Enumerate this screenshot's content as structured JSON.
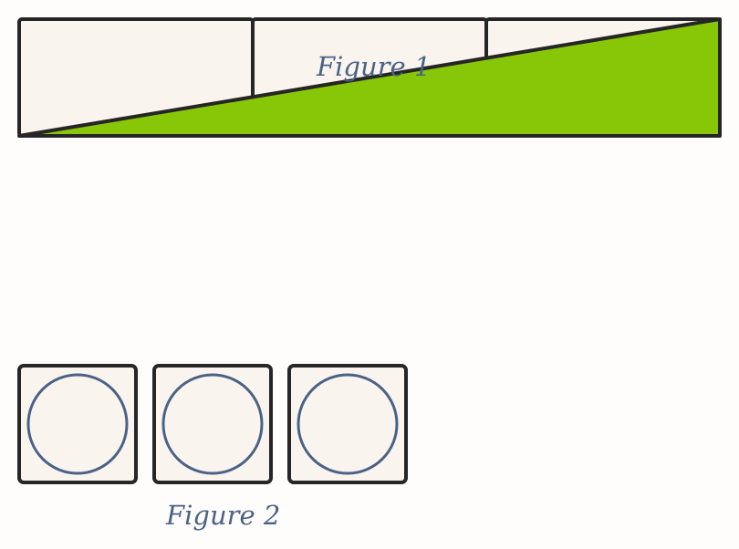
{
  "figure1": {
    "caption": "Figure 1",
    "panel_count": 3,
    "shaded_fraction": 0.5,
    "shape": "right-triangle"
  },
  "figure2": {
    "caption": "Figure 2",
    "tile_count": 3,
    "tile_shape": "circle"
  },
  "colors": {
    "background": "#fffdfc",
    "panel_fill": "#faf4ef",
    "outline": "#262626",
    "triangle_fill": "#88c708",
    "circle_stroke": "#4a6285",
    "caption_text": "#4a6285"
  }
}
